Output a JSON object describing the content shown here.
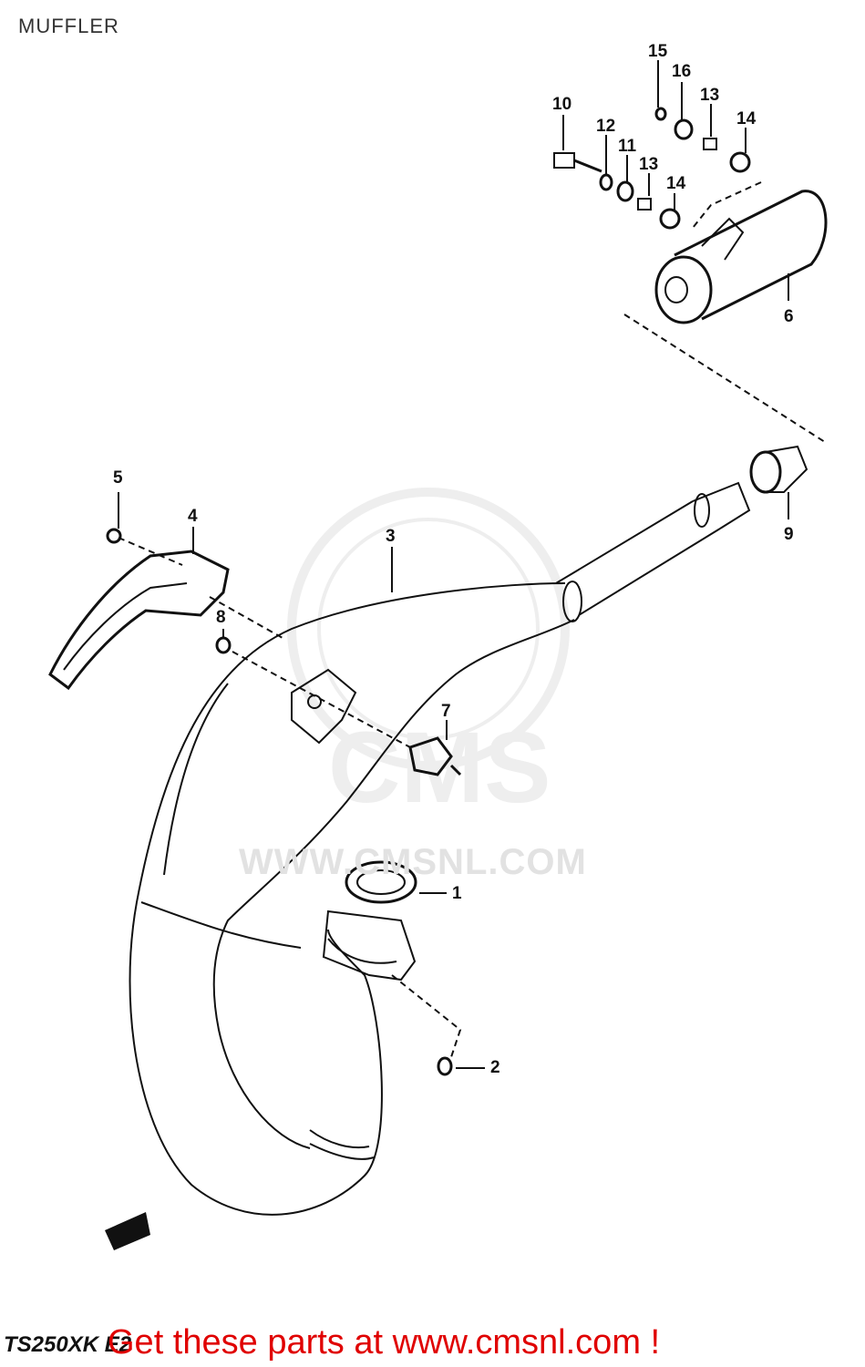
{
  "title": "MUFFLER",
  "model_code": "TS250XK E2",
  "promo_text": "Get these parts at www.cmsnl.com !",
  "watermark": {
    "brand": "CMS",
    "url": "WWW.CMSNL.COM"
  },
  "callouts": [
    "1",
    "2",
    "3",
    "4",
    "5",
    "6",
    "7",
    "8",
    "9",
    "10",
    "11",
    "12",
    "13",
    "13",
    "14",
    "14",
    "15",
    "16"
  ],
  "colors": {
    "promo": "#e00000",
    "line": "#111111",
    "watermark": "#e2e2e2"
  }
}
